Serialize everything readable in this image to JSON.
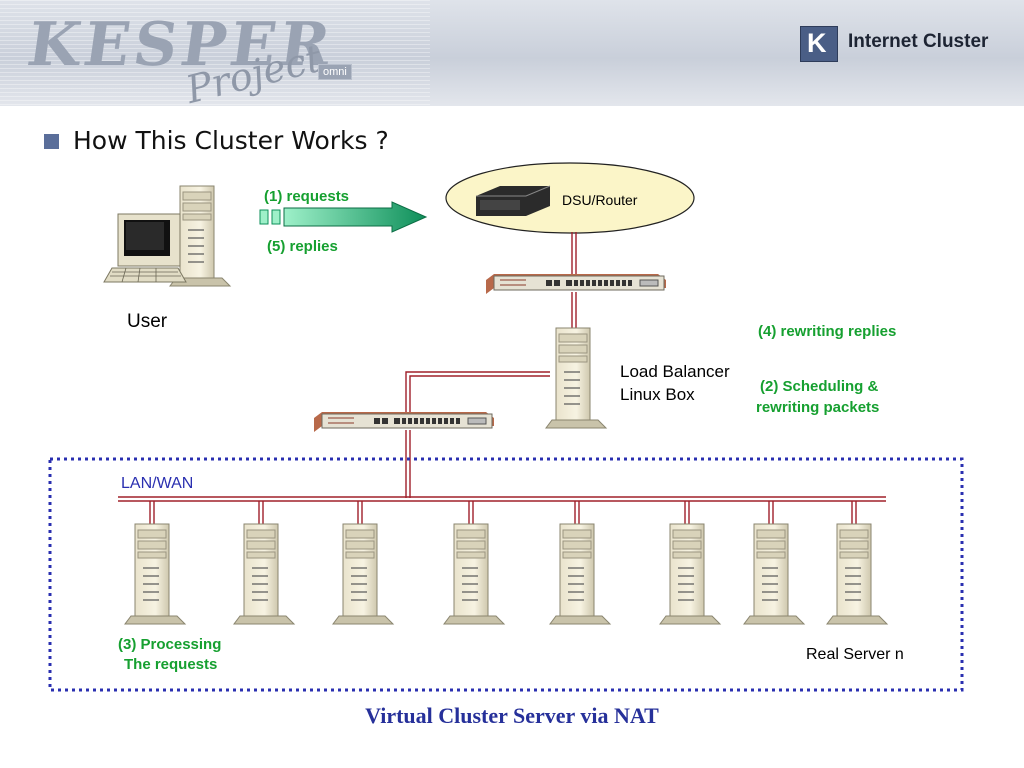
{
  "header": {
    "logo_text": "KESPER",
    "logo_sub": "Project",
    "logo_badge": "omni",
    "brand_icon": "k-logo-icon",
    "brand_title": "Internet Cluster"
  },
  "section": {
    "title": "How This Cluster Works ?"
  },
  "diagram": {
    "user_label": "User",
    "router_label": "DSU/Router",
    "load_balancer_line1": "Load Balancer",
    "load_balancer_line2": "Linux Box",
    "lan_label": "LAN/WAN",
    "real_server_label": "Real Server n",
    "steps": {
      "requests": "(1) requests",
      "replies": "(5) replies",
      "rewriting_replies": "(4) rewriting replies",
      "scheduling_line1": "(2) Scheduling &",
      "scheduling_line2": "rewriting packets",
      "processing_line1": "(3) Processing",
      "processing_line2": "The requests"
    },
    "server_count": 8,
    "colors": {
      "step_text": "#16a030",
      "cable": "#a0202a",
      "dotted_border": "#2a2fb0",
      "caption": "#26309a",
      "router_ellipse": "#fbf5c8"
    }
  },
  "caption": "Virtual Cluster Server via NAT"
}
